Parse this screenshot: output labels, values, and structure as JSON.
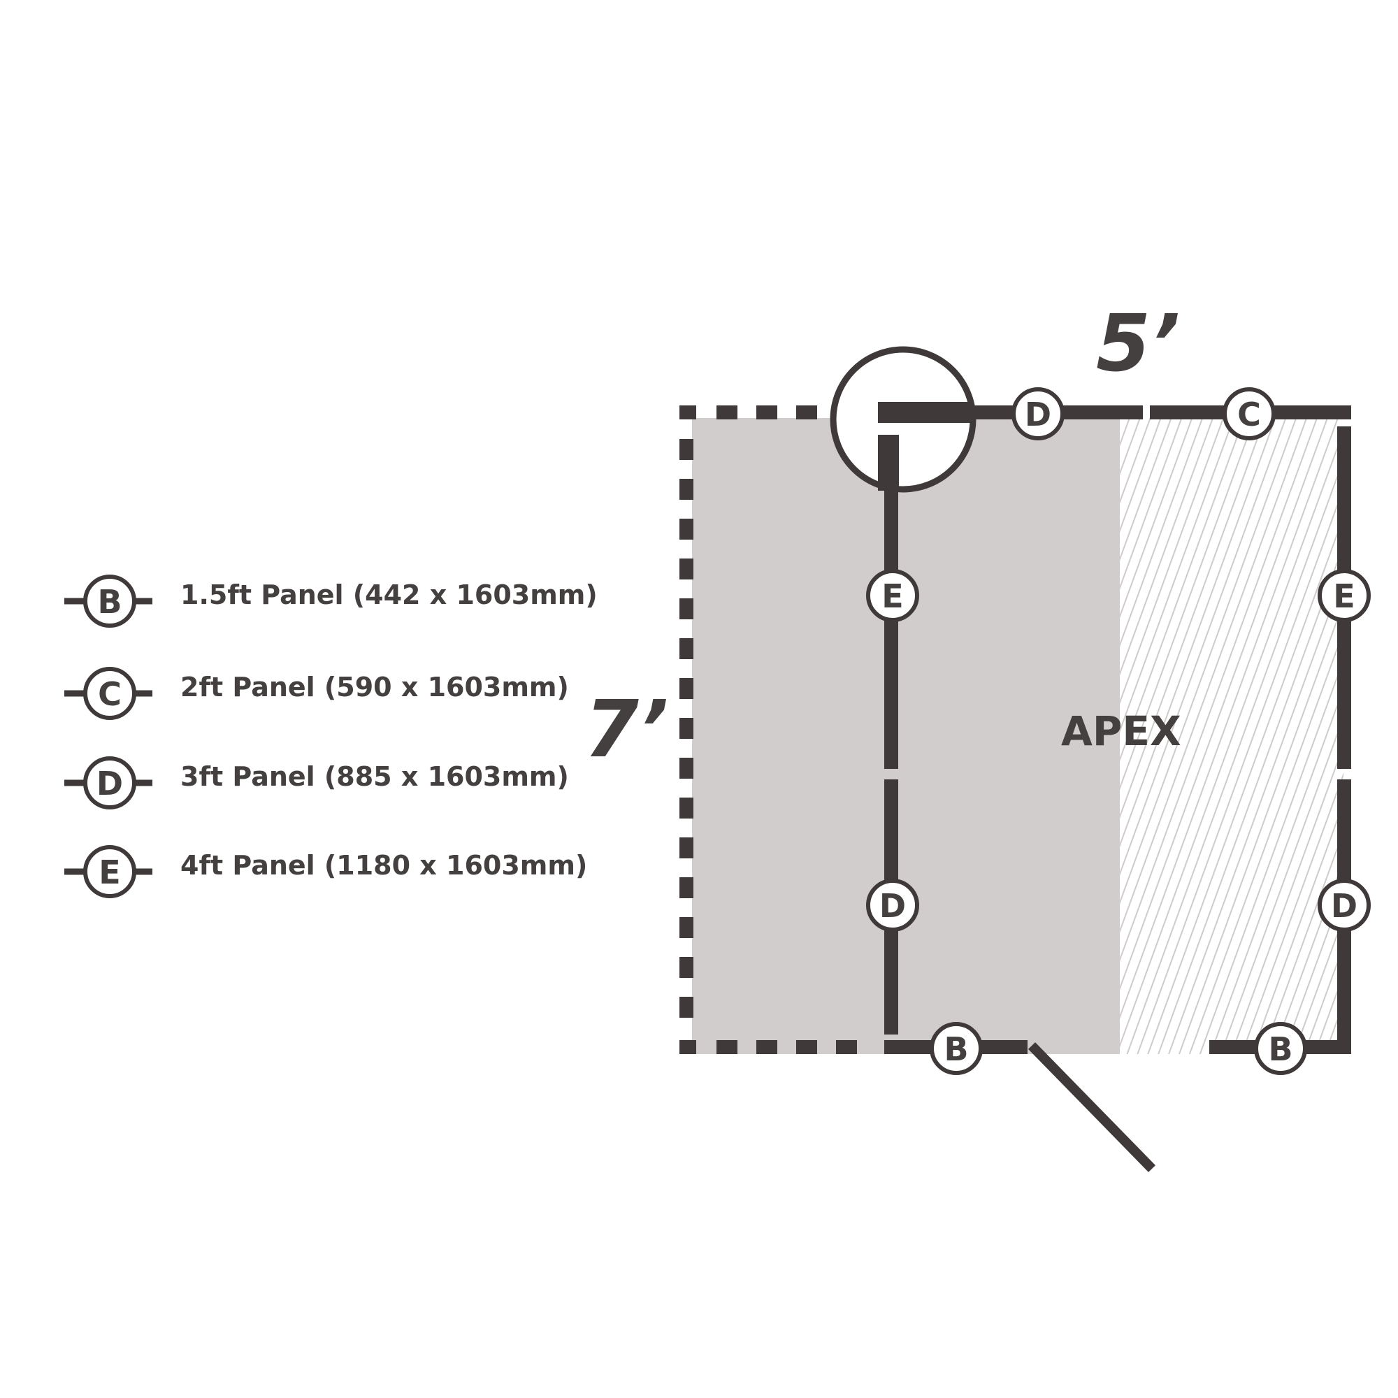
{
  "colors": {
    "wall": "#3f3939",
    "floor": "#d1cdcd",
    "hatch": "#cfcbcb",
    "background": "#ffffff",
    "text": "#454040"
  },
  "legend": [
    {
      "code": "B",
      "label": "1.5ft Panel (442 x 1603mm)"
    },
    {
      "code": "C",
      "label": "2ft Panel (590 x 1603mm)"
    },
    {
      "code": "D",
      "label": "3ft Panel (885 x 1603mm)"
    },
    {
      "code": "E",
      "label": "4ft Panel (1180 x 1603mm)"
    }
  ],
  "plan": {
    "width_label": "5’",
    "depth_label": "7’",
    "apex_label": "APEX",
    "top_wall": {
      "left": "D",
      "right": "C"
    },
    "middle_wall": {
      "upper": "E",
      "lower": "D"
    },
    "right_wall": {
      "upper": "E",
      "lower": "D"
    },
    "bottom_wall": {
      "left": "B",
      "right": "B"
    },
    "corner_icon": "corner-detail-icon",
    "door_icon": "door-swing-icon"
  }
}
